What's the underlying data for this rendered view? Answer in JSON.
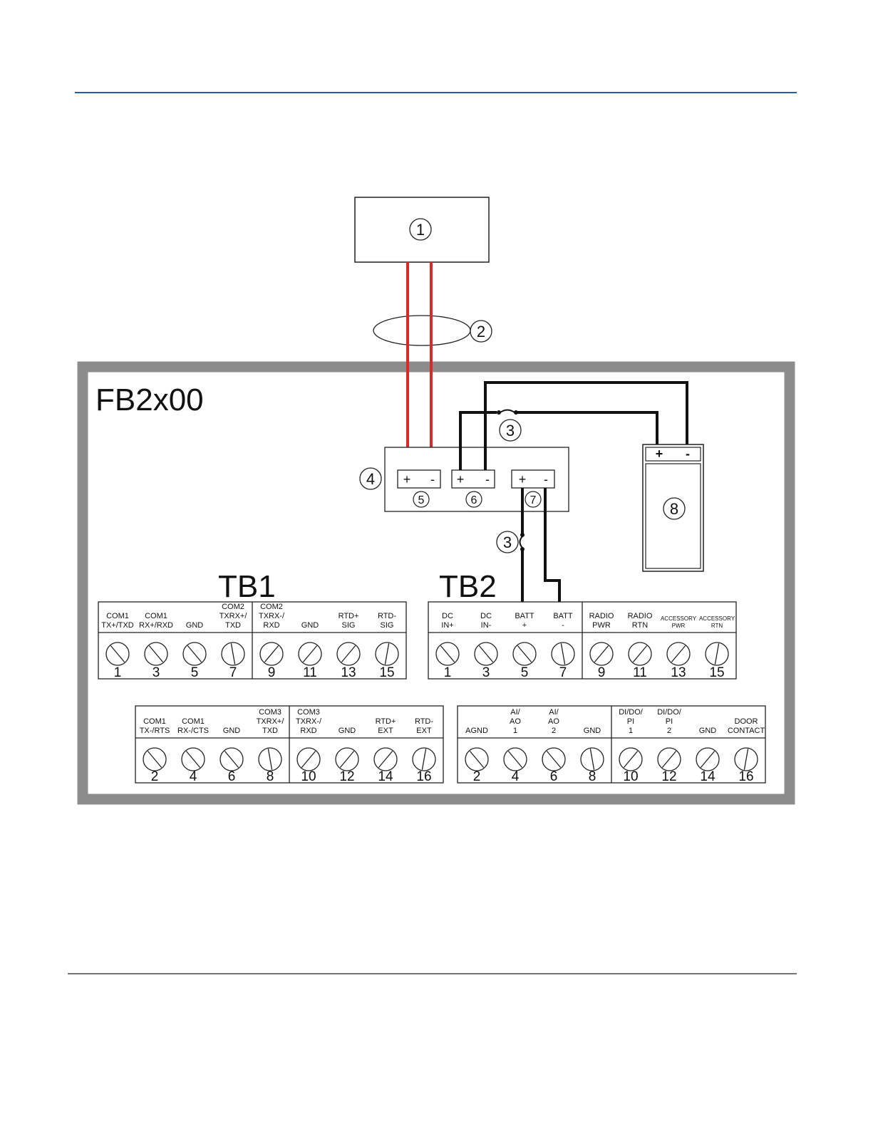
{
  "colors": {
    "header_rule": "#1f5fad",
    "enclosure": "#8c8c8c",
    "power_wire": "#d82a2a",
    "battery_wire": "#111111"
  },
  "callouts": [
    "1",
    "2",
    "3",
    "3",
    "4",
    "5",
    "6",
    "7",
    "8"
  ],
  "enclosure_title": "FB2x00",
  "power_module": {
    "ports": [
      {
        "plus": "+",
        "minus": "-"
      },
      {
        "plus": "+",
        "minus": "-"
      },
      {
        "plus": "+",
        "minus": "-"
      }
    ]
  },
  "battery": {
    "plus": "+",
    "minus": "-"
  },
  "blocks": {
    "tb1": {
      "title": "TB1",
      "top": [
        {
          "label": [
            "COM1",
            "TX+/TXD"
          ],
          "num": "1"
        },
        {
          "label": [
            "COM1",
            "RX+/RXD"
          ],
          "num": "3"
        },
        {
          "label": [
            "GND"
          ],
          "num": "5"
        },
        {
          "label": [
            "COM2",
            "TXRX+/",
            "TXD"
          ],
          "num": "7"
        },
        {
          "label": [
            "COM2",
            "TXRX-/",
            "RXD"
          ],
          "num": "9"
        },
        {
          "label": [
            "GND"
          ],
          "num": "11"
        },
        {
          "label": [
            "RTD+",
            "SIG"
          ],
          "num": "13"
        },
        {
          "label": [
            "RTD-",
            "SIG"
          ],
          "num": "15"
        }
      ],
      "bottom": [
        {
          "label": [
            "COM1",
            "TX-/RTS"
          ],
          "num": "2"
        },
        {
          "label": [
            "COM1",
            "RX-/CTS"
          ],
          "num": "4"
        },
        {
          "label": [
            "GND"
          ],
          "num": "6"
        },
        {
          "label": [
            "COM3",
            "TXRX+/",
            "TXD"
          ],
          "num": "8"
        },
        {
          "label": [
            "COM3",
            "TXRX-/",
            "RXD"
          ],
          "num": "10"
        },
        {
          "label": [
            "GND"
          ],
          "num": "12"
        },
        {
          "label": [
            "RTD+",
            "EXT"
          ],
          "num": "14"
        },
        {
          "label": [
            "RTD-",
            "EXT"
          ],
          "num": "16"
        }
      ]
    },
    "tb2": {
      "title": "TB2",
      "top": [
        {
          "label": [
            "DC",
            "IN+"
          ],
          "num": "1"
        },
        {
          "label": [
            "DC",
            "IN-"
          ],
          "num": "3"
        },
        {
          "label": [
            "BATT",
            "+"
          ],
          "num": "5"
        },
        {
          "label": [
            "BATT",
            "-"
          ],
          "num": "7"
        },
        {
          "label": [
            "RADIO",
            "PWR"
          ],
          "num": "9"
        },
        {
          "label": [
            "RADIO",
            "RTN"
          ],
          "num": "11"
        },
        {
          "label": [
            "ACCESSORY",
            "PWR"
          ],
          "num": "13"
        },
        {
          "label": [
            "ACCESSORY",
            "RTN"
          ],
          "num": "15"
        }
      ],
      "bottom": [
        {
          "label": [
            "AGND"
          ],
          "num": "2"
        },
        {
          "label": [
            "AI/",
            "AO",
            "1"
          ],
          "num": "4"
        },
        {
          "label": [
            "AI/",
            "AO",
            "2"
          ],
          "num": "6"
        },
        {
          "label": [
            "GND"
          ],
          "num": "8"
        },
        {
          "label": [
            "DI/DO/",
            "PI",
            "1"
          ],
          "num": "10"
        },
        {
          "label": [
            "DI/DO/",
            "PI",
            "2"
          ],
          "num": "12"
        },
        {
          "label": [
            "GND"
          ],
          "num": "14"
        },
        {
          "label": [
            "DOOR",
            "CONTACT"
          ],
          "num": "16"
        }
      ]
    }
  }
}
